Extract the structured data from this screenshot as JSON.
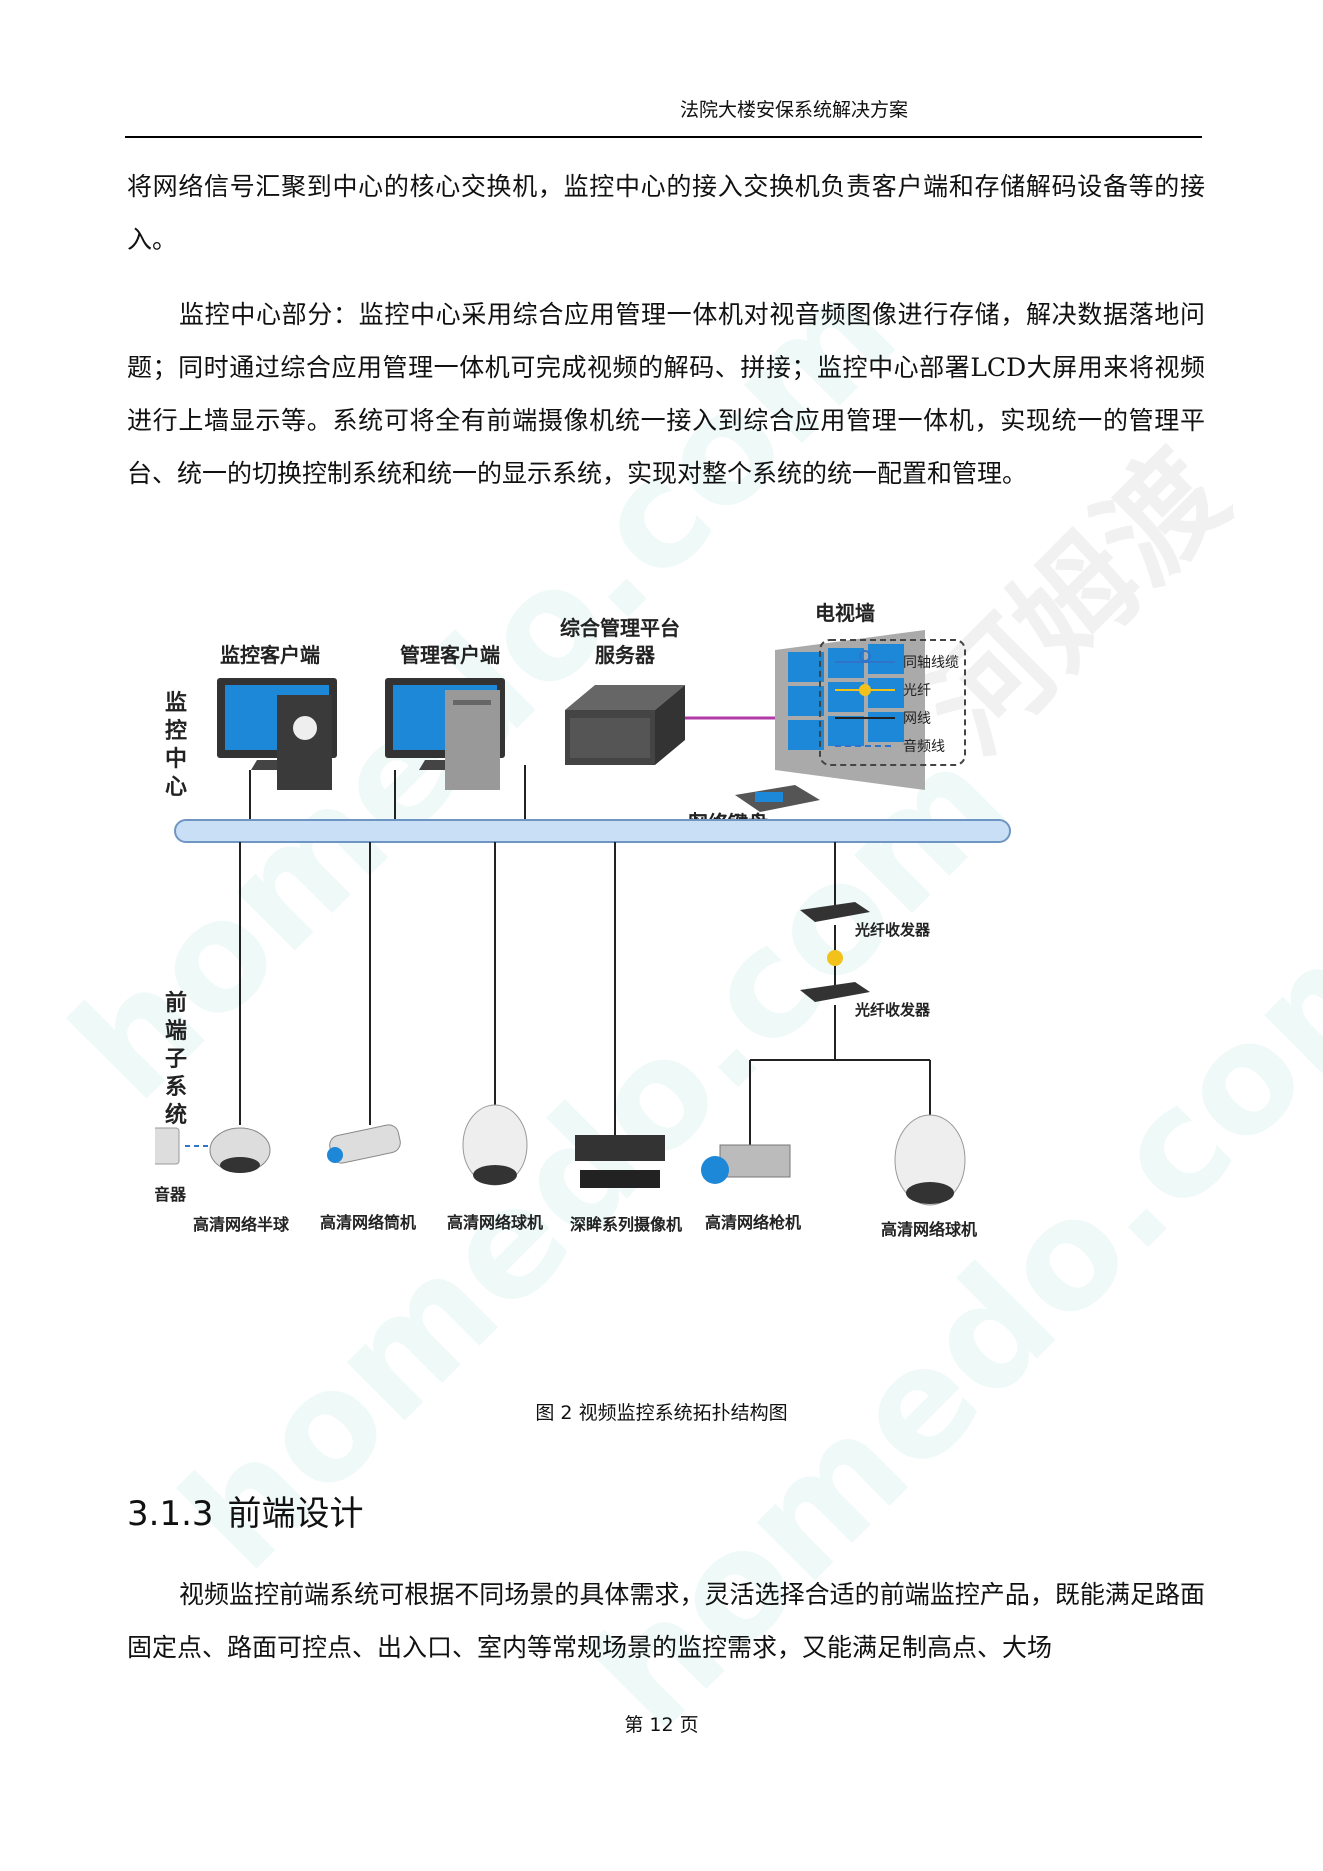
{
  "header": {
    "title": "法院大楼安保系统解决方案"
  },
  "paragraphs": {
    "p1": "将网络信号汇聚到中心的核心交换机，监控中心的接入交换机负责客户端和存储解码设备等的接入。",
    "p2": "监控中心部分：监控中心采用综合应用管理一体机对视音频图像进行存储，解决数据落地问题；同时通过综合应用管理一体机可完成视频的解码、拼接；监控中心部署LCD大屏用来将视频进行上墙显示等。系统可将全有前端摄像机统一接入到综合应用管理一体机，实现统一的管理平台、统一的切换控制系统和统一的显示系统，实现对整个系统的统一配置和管理。",
    "p3": "视频监控前端系统可根据不同场景的具体需求，灵活选择合适的前端监控产品，既能满足路面固定点、路面可控点、出入口、室内等常规场景的监控需求，又能满足制高点、大场"
  },
  "diagram": {
    "zone_center": "监控中心",
    "zone_front": "前端子系统",
    "center_devices": {
      "monitor_client": "监控客户端",
      "manage_client": "管理客户端",
      "platform_server_line1": "综合管理平台",
      "platform_server_line2": "服务器",
      "tv_wall": "电视墙",
      "keyboard": "网络键盘"
    },
    "legend": {
      "coax": "同轴线缆",
      "fiber": "光纤",
      "network": "网线",
      "audio": "音频线"
    },
    "fiber_transceiver_top": "光纤收发器",
    "fiber_transceiver_bottom": "光纤收发器",
    "front_devices": {
      "pickup": "拾音器",
      "dome_half": "高清网络半球",
      "bullet": "高清网络筒机",
      "speed_dome": "高清网络球机",
      "deep_eye": "深眸系列摄像机",
      "box_camera": "高清网络枪机",
      "speed_dome2": "高清网络球机"
    },
    "colors": {
      "bus": "#c9dff5",
      "screen": "#1e88d8",
      "link_purple": "#b03aa6",
      "fiber_yellow": "#f2c21b",
      "legend_blue": "#2f74c8"
    }
  },
  "caption": {
    "label": "图 2",
    "text": "视频监控系统拓扑结构图"
  },
  "section": {
    "number": "3.1.3",
    "title": "前端设计"
  },
  "footer": {
    "page": "第 12 页"
  },
  "watermark": {
    "text1": "homedo.com",
    "text2": "河姆渡"
  }
}
